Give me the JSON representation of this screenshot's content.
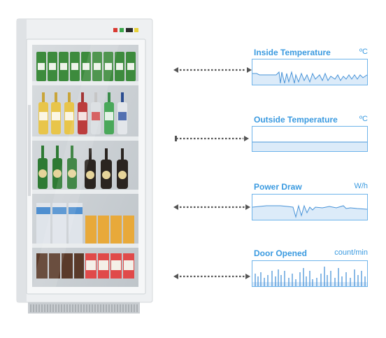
{
  "panels": [
    {
      "title": "Inside Temperature",
      "unit": "ºC"
    },
    {
      "title": "Outside Temperature",
      "unit": "ºC"
    },
    {
      "title": "Power Draw",
      "unit": "W/h"
    },
    {
      "title": "Door Opened",
      "unit": "count/min"
    }
  ],
  "colors": {
    "accent": "#3a9ae0",
    "sparkline_fill": "#dcebf9",
    "arrow": "#555555",
    "fridge_frame": "#e6e8ea",
    "fridge_glass": "#c9ced3"
  },
  "fridge": {
    "status_lights": [
      "red",
      "green",
      "display",
      "yellow"
    ]
  }
}
